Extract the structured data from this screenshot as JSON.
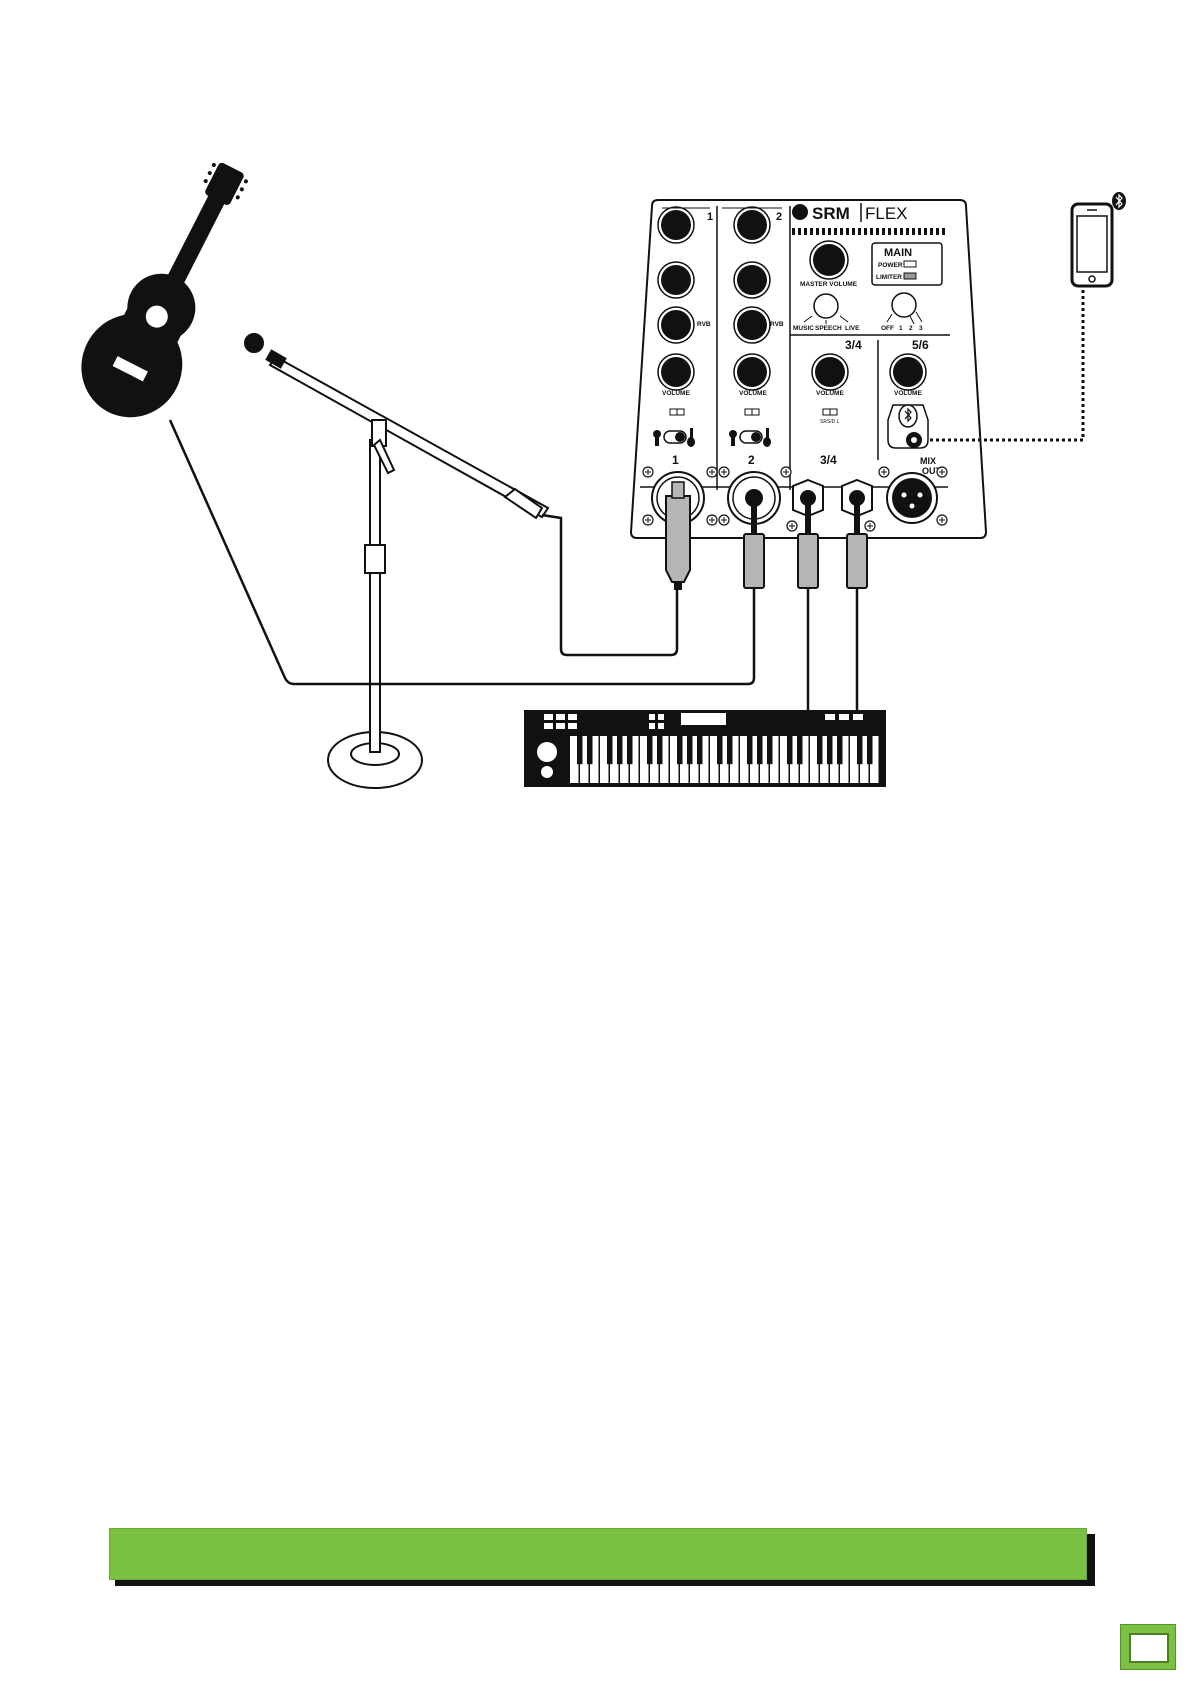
{
  "mixer": {
    "brand": "SRM",
    "model": "FLEX",
    "main_title": "MAIN",
    "power_label": "POWER",
    "limiter_label": "LIMITER",
    "master_volume_label": "MASTER VOLUME",
    "voicing_labels": [
      "MUSIC",
      "SPEECH",
      "LIVE"
    ],
    "sub_labels": [
      "OFF",
      "1",
      "2",
      "3"
    ],
    "channel_numbers": [
      "1",
      "2"
    ],
    "rvb_label": "RVB",
    "volume_label": "VOLUME",
    "stereo_label": "3/4",
    "ch56_label": "5/6",
    "stereo_switch_label": "SRS/D L",
    "jack_numbers": [
      "1",
      "2"
    ],
    "jack_34_label": "3/4",
    "mix_out_label": [
      "MIX",
      "OUT"
    ]
  },
  "icons": [
    "guitar-icon",
    "microphone-stand-icon",
    "keyboard-icon",
    "smartphone-icon",
    "bluetooth-icon"
  ],
  "colors": {
    "accent_green": "#7ac142",
    "line": "#111111",
    "plug_gray": "#b5b5b5"
  }
}
